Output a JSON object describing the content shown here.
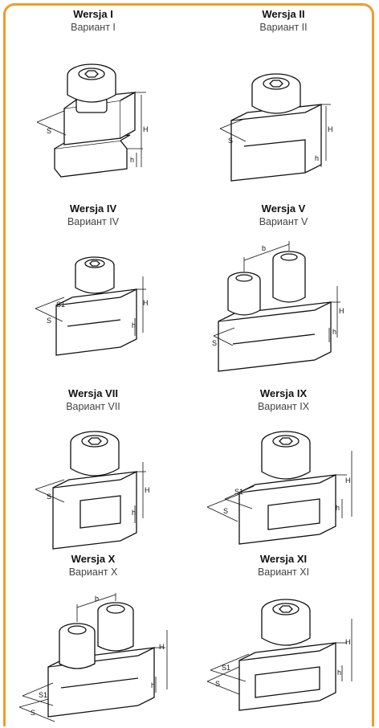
{
  "variants": [
    {
      "title": "Wersja I",
      "subtitle": "Вариант I",
      "dims": [
        "S",
        "H",
        "h"
      ]
    },
    {
      "title": "Wersja II",
      "subtitle": "Вариант II",
      "dims": [
        "S",
        "H",
        "h"
      ]
    },
    {
      "title": "Wersja IV",
      "subtitle": "Вариант IV",
      "dims": [
        "S1",
        "S",
        "H",
        "h"
      ]
    },
    {
      "title": "Wersja V",
      "subtitle": "Вариант V",
      "dims": [
        "b",
        "S",
        "H",
        "h"
      ]
    },
    {
      "title": "Wersja VII",
      "subtitle": "Вариант VII",
      "dims": [
        "S",
        "H",
        "h"
      ]
    },
    {
      "title": "Wersja IX",
      "subtitle": "Вариант IX",
      "dims": [
        "S1",
        "S",
        "H",
        "h"
      ]
    },
    {
      "title": "Wersja X",
      "subtitle": "Вариант X",
      "dims": [
        "b",
        "S1",
        "S",
        "H",
        "h"
      ]
    },
    {
      "title": "Wersja XI",
      "subtitle": "Вариант XI",
      "dims": [
        "S1",
        "S",
        "H",
        "h"
      ]
    }
  ],
  "colors": {
    "frame": "#f39a2b"
  }
}
